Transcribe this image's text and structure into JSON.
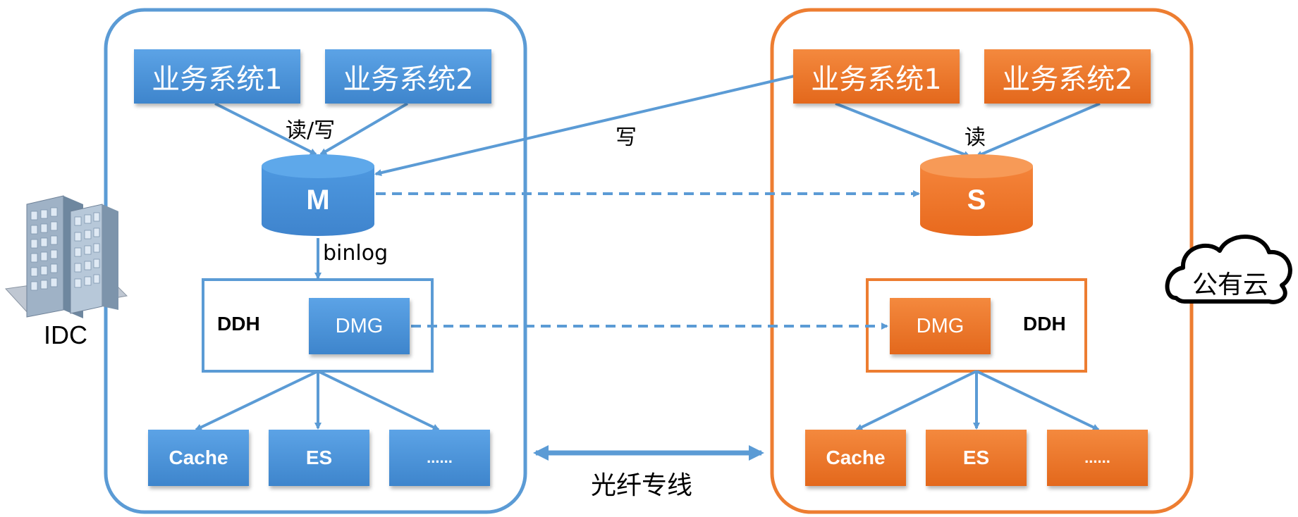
{
  "idc": {
    "label": "IDC",
    "business_system_1": "业务系统1",
    "business_system_2": "业务系统2",
    "rw_label": "读/写",
    "master_db": "M",
    "binlog_label": "binlog",
    "ddh_label": "DDH",
    "dmg_label": "DMG",
    "outputs": [
      "Cache",
      "ES",
      "......"
    ]
  },
  "cloud": {
    "label": "公有云",
    "business_system_1": "业务系统1",
    "business_system_2": "业务系统2",
    "read_label": "读",
    "slave_db": "S",
    "ddh_label": "DDH",
    "dmg_label": "DMG",
    "outputs": [
      "Cache",
      "ES",
      "......"
    ]
  },
  "links": {
    "write_label": "写",
    "fiber_label": "光纤专线"
  },
  "colors": {
    "blue": "#5b9bd5",
    "blue_box": "#4a90d9",
    "orange": "#ed7d31",
    "orange_box": "#f07a2a"
  }
}
